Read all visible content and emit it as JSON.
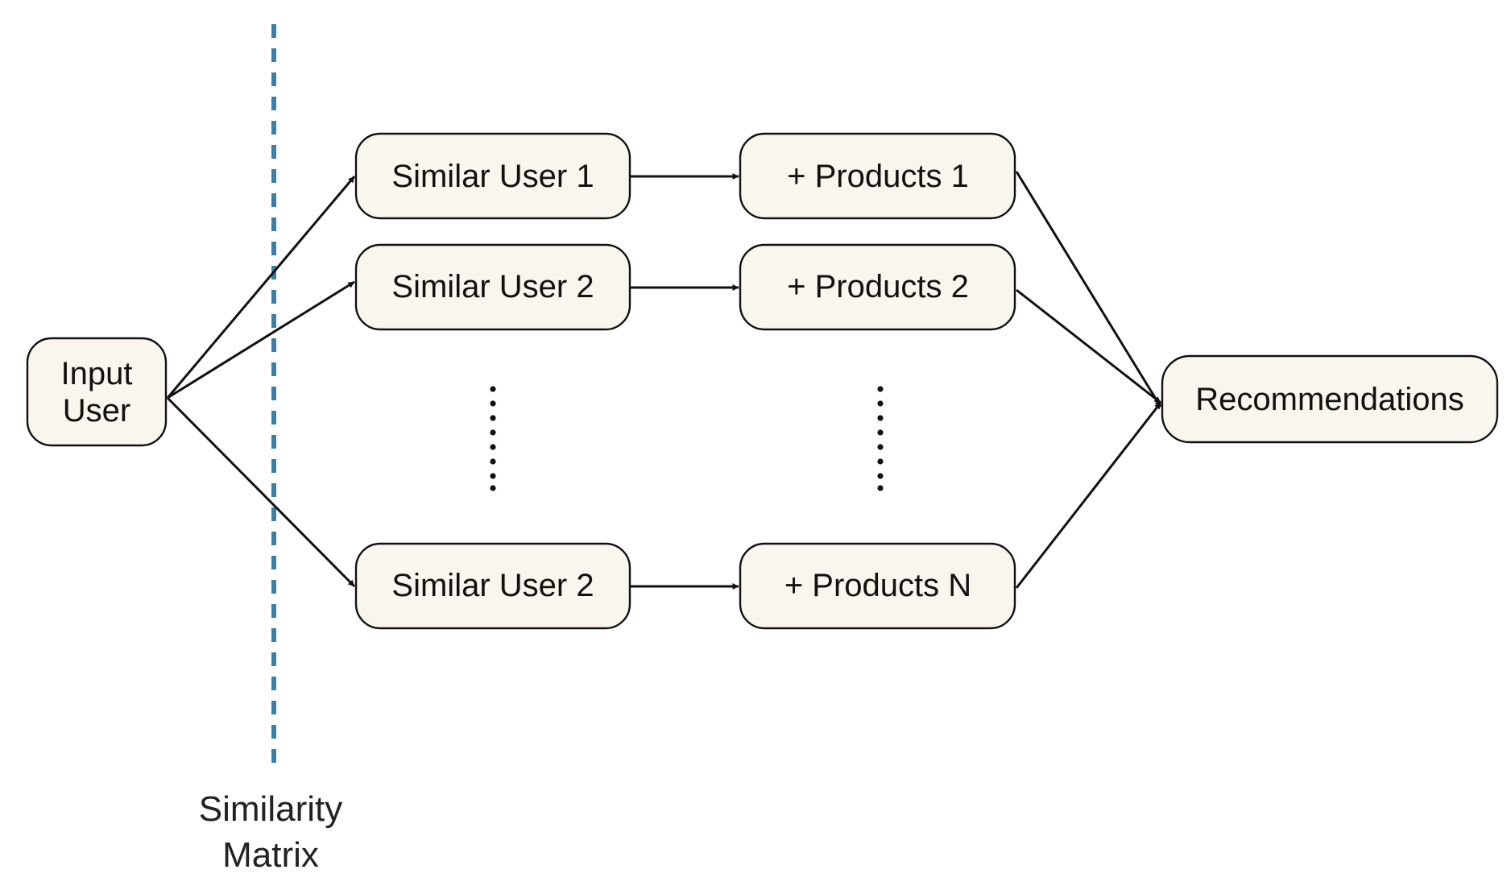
{
  "diagram": {
    "nodes": {
      "input_user": [
        "Input",
        "User"
      ],
      "similar_user_1": "Similar User 1",
      "similar_user_2": "Similar User 2",
      "similar_user_n": "Similar User 2",
      "products_1": "+ Products 1",
      "products_2": "+ Products 2",
      "products_n": "+ Products N",
      "recommendations": "Recommendations"
    },
    "separator": {
      "label": [
        "Similarity",
        "Matrix"
      ],
      "color": "#3b7fa6"
    },
    "colors": {
      "node_fill": "#faf6ee",
      "stroke": "#111111"
    }
  }
}
